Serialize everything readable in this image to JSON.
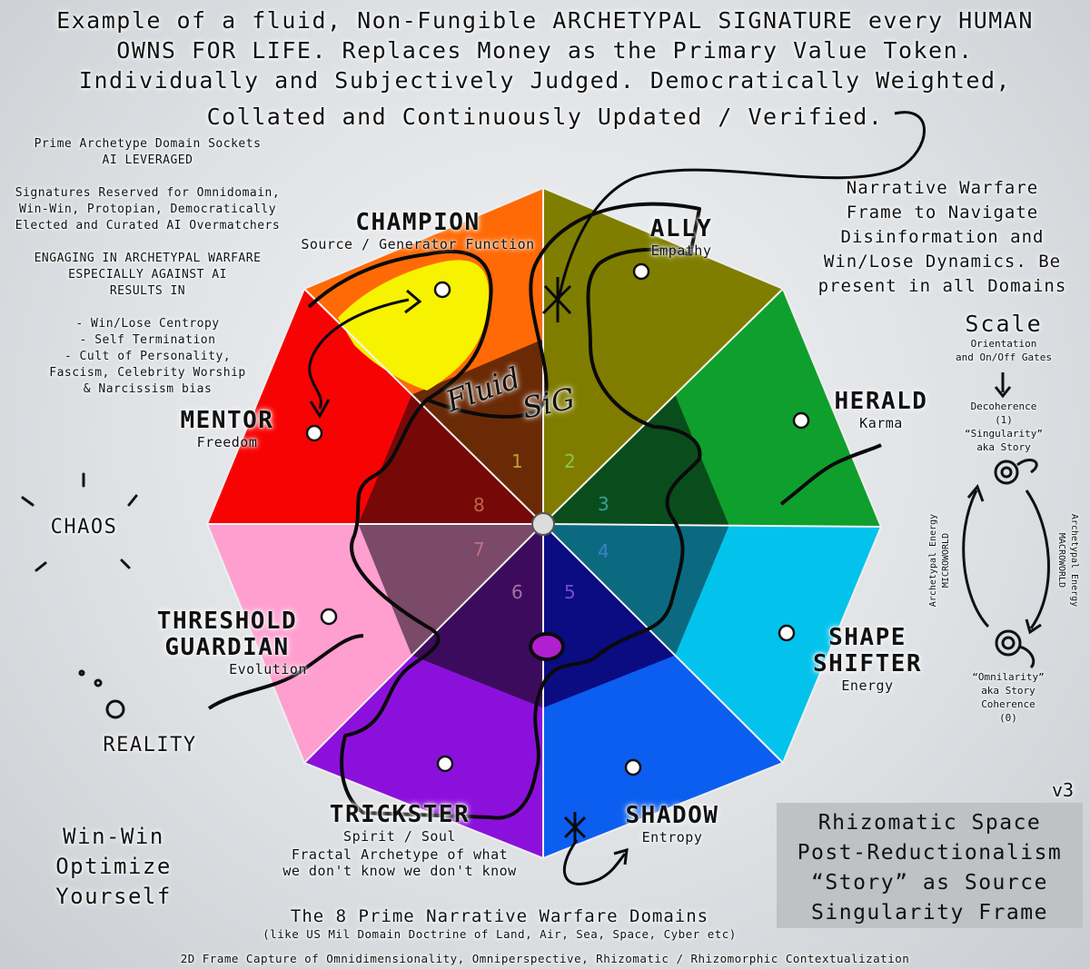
{
  "headline": [
    "Example of a fluid, Non-Fungible ARCHETYPAL SIGNATURE every HUMAN",
    "OWNS FOR LIFE. Replaces Money as the Primary Value Token.",
    "Individually and Subjectively Judged. Democratically Weighted,",
    "Collated and Continuously Updated / Verified."
  ],
  "left_notes": {
    "sockets": [
      "Prime Archetype Domain Sockets",
      "AI LEVERAGED"
    ],
    "reserved": [
      "Signatures Reserved for Omnidomain,",
      "Win-Win, Protopian, Democratically",
      "Elected and Curated AI Overmatchers"
    ],
    "engaging": [
      "ENGAGING IN ARCHETYPAL WARFARE",
      "ESPECIALLY AGAINST AI",
      "RESULTS IN"
    ],
    "results": [
      "- Win/Lose Centropy",
      "- Self Termination",
      "- Cult of Personality,",
      "Fascism, Celebrity Worship",
      "& Narcissism bias"
    ]
  },
  "right_notes": {
    "narrative": [
      "Narrative Warfare",
      "Frame to Navigate",
      "Disinformation and",
      "Win/Lose Dynamics. Be",
      "present in all Domains"
    ],
    "scale_title": "Scale",
    "scale_sub": [
      "Orientation",
      "and On/Off Gates"
    ],
    "decoherence": [
      "Decoherence",
      "(1)",
      "“Singularity”",
      "aka Story"
    ],
    "micro": [
      "Archetypal Energy",
      "MICROWORLD"
    ],
    "macro": [
      "Archetypal Energy",
      "MACROWORLD"
    ],
    "omnilarity": [
      "“Omnilarity”",
      "aka Story",
      "Coherence",
      "(0)"
    ],
    "version": "v3"
  },
  "chaos": "CHAOS",
  "reality": "REALITY",
  "winwin": [
    "Win-Win",
    "Optimize",
    "Yourself"
  ],
  "rhizo": [
    "Rhizomatic Space",
    "Post-Reductionalism",
    "“Story” as Source",
    "Singularity Frame"
  ],
  "domains_title": "The 8 Prime Narrative Warfare Domains",
  "domains_sub": "(like US Mil Domain Doctrine of Land, Air, Sea, Space, Cyber etc)",
  "footer": "2D Frame Capture of Omnidimensionality, Omniperspective, Rhizomatic / Rhizomorphic Contextualization",
  "fluid_sig": [
    "Fluid",
    "SiG"
  ],
  "domains": [
    {
      "name": [
        "CHAMPION"
      ],
      "sub": "Source / Generator Function",
      "number": "1",
      "outer": "#7f7e00",
      "inner": "#807c00",
      "highlight": "#f7f200"
    },
    {
      "name": [
        "ALLY"
      ],
      "sub": "Empathy",
      "number": "2",
      "outer": "#0f9f2c",
      "inner": "#0a4d1c",
      "highlight": "#0a4d1c"
    },
    {
      "name": [
        "HERALD"
      ],
      "sub": "Karma",
      "number": "3",
      "outer": "#03c3ec",
      "inner": "#0b6a80",
      "highlight": "#0b6a80"
    },
    {
      "name": [
        "SHAPE",
        "SHIFTER"
      ],
      "sub": "Energy",
      "number": "4",
      "outer": "#0b5ef0",
      "inner": "#0b0b82",
      "highlight": "#0b0b82"
    },
    {
      "name": [
        "SHADOW"
      ],
      "sub": "Entropy",
      "number": "5",
      "outer": "#8c10dc",
      "inner": "#3c0b5e",
      "highlight": "#3c0b5e"
    },
    {
      "name": [
        "TRICKSTER"
      ],
      "sub": "Spirit / Soul",
      "number": "6",
      "outer": "#ff9fd0",
      "inner": "#7a4a68",
      "highlight": "#7a4a68"
    },
    {
      "name": [
        "THRESHOLD",
        "GUARDIAN"
      ],
      "sub": "Evolution",
      "number": "7",
      "outer": "#f80303",
      "inner": "#770808",
      "highlight": "#770808"
    },
    {
      "name": [
        "MENTOR"
      ],
      "sub": "Freedom",
      "number": "8",
      "outer": "#ff6a06",
      "inner": "#6b2a06",
      "highlight": "#6b2a06"
    }
  ],
  "trickster_extra": [
    "Fractal Archetype of what",
    "we don't know we don't know"
  ]
}
